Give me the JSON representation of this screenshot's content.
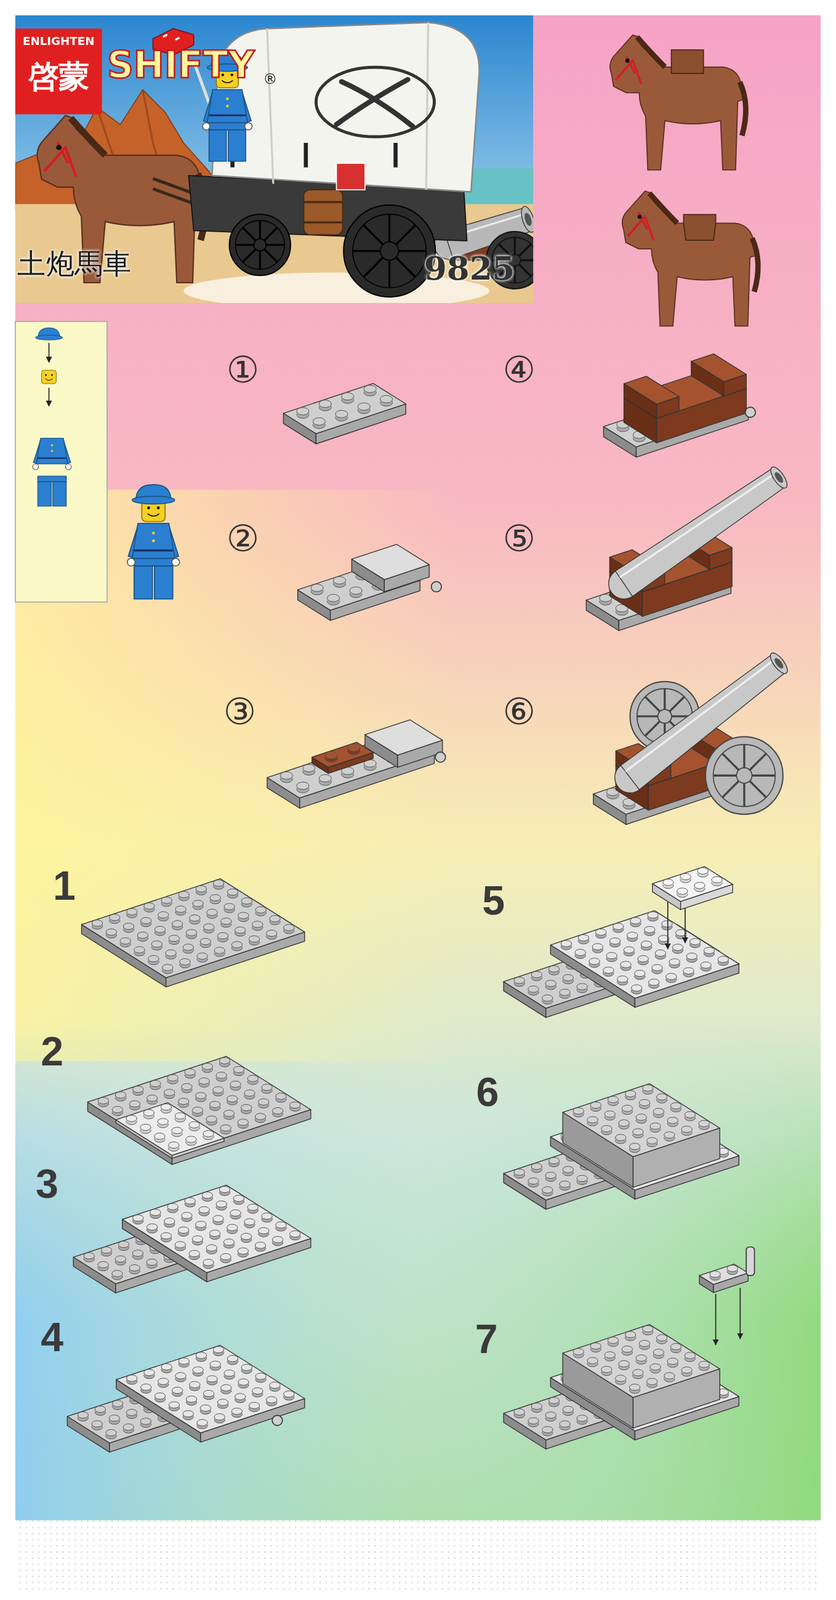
{
  "diagram": {
    "nodes": [
      {
        "text": [
          "ENLIGHTEN",
          "啓蒙"
        ]
      }
    ],
    "labels": [
      "SHIFTY",
      "®",
      "土炮馬車",
      "9825",
      "①",
      "②",
      "③",
      "④",
      "⑤",
      "⑥",
      "1",
      "2",
      "3",
      "4",
      "5",
      "6",
      "7"
    ]
  }
}
